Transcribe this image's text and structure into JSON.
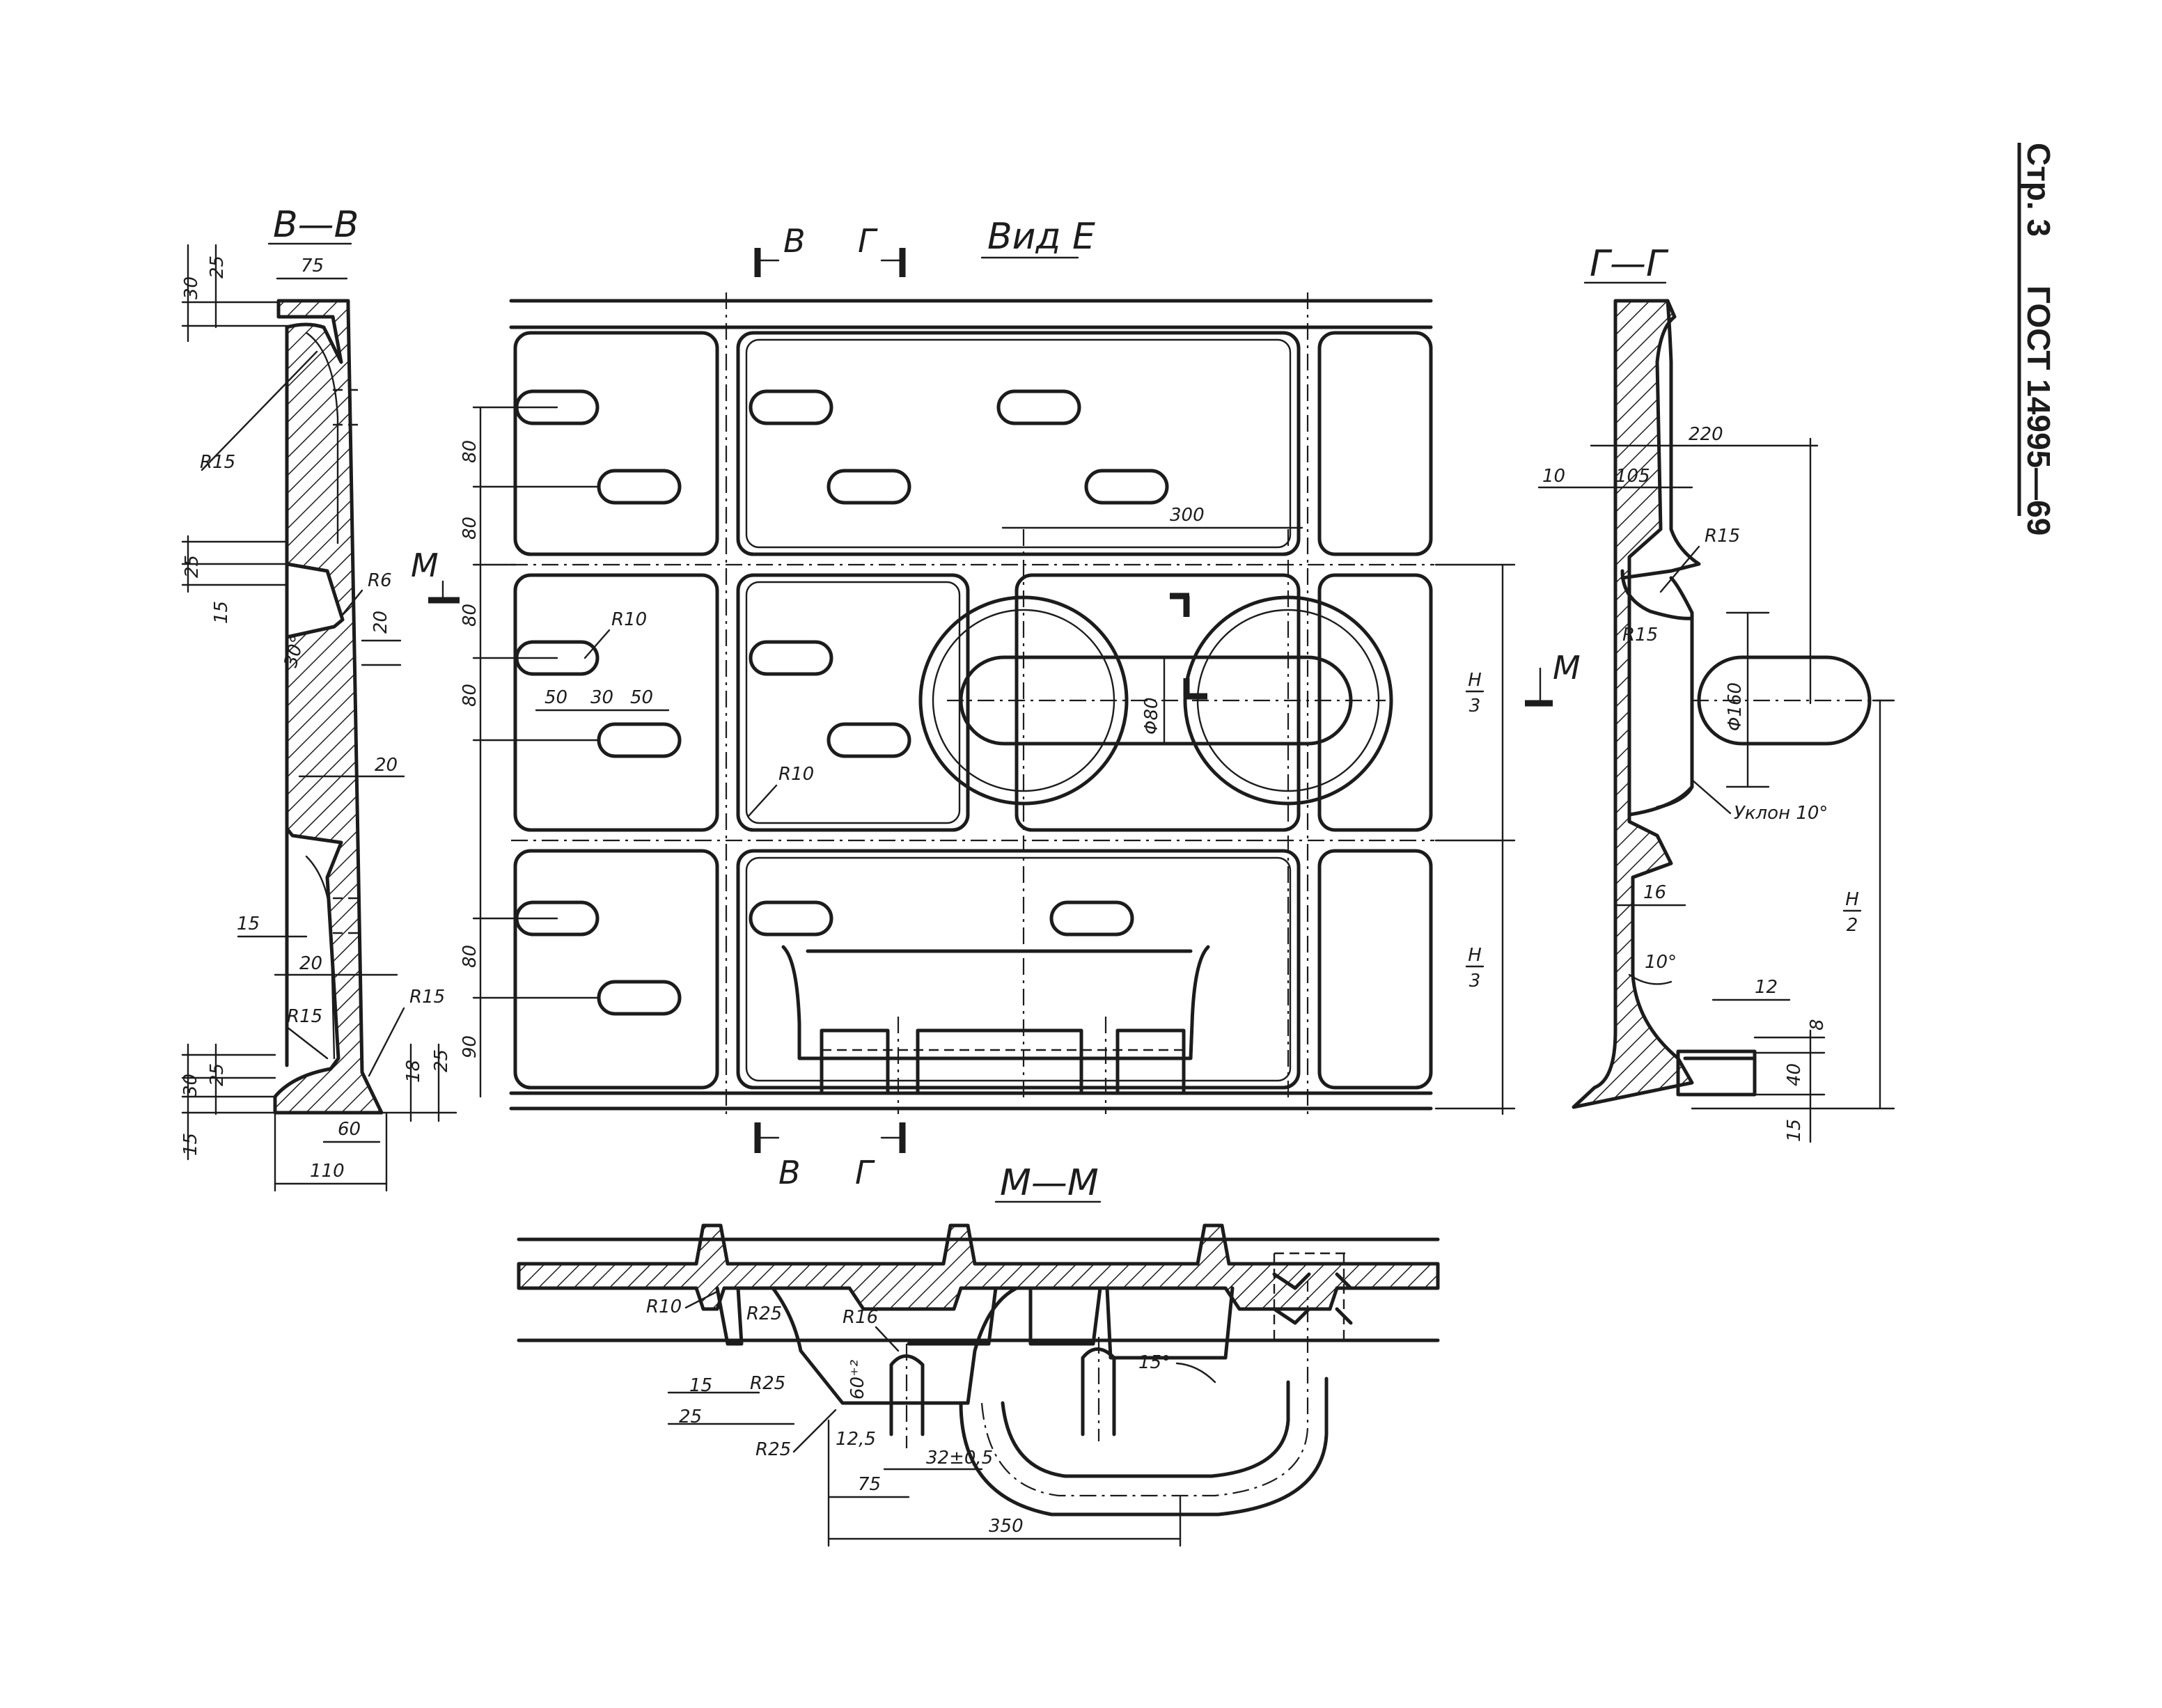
{
  "page": {
    "number_label": "Стр. 3",
    "standard_label": "ГОСТ 14995—69"
  },
  "views": {
    "section_bb": {
      "title": "В—В"
    },
    "section_gg": {
      "title": "Г—Г"
    },
    "section_mm": {
      "title": "М—М"
    },
    "view_e": {
      "title": "Вид Е"
    }
  },
  "section_markers": {
    "b": "В",
    "g": "Г",
    "m": "М"
  },
  "dimensions_bb": {
    "top_d1": "30",
    "top_d2": "25",
    "top_width": "75",
    "radius_top": "R15",
    "mid_d1": "25",
    "mid_d2": "15",
    "radius_r6": "R6",
    "angle": "30°",
    "rib_20": "20",
    "wall_20": "20",
    "rib_15": "15",
    "rib_20b": "20",
    "radius_bottom_left": "R15",
    "radius_bottom_right": "R15",
    "bottom_d25": "25",
    "bottom_d30": "30",
    "bottom_d18": "18",
    "bottom_d25b": "25",
    "bottom_d15": "15",
    "bottom_60": "60",
    "bottom_110": "110"
  },
  "dimensions_e": {
    "d80_a": "80",
    "d80_b": "80",
    "d80_c": "80",
    "d80_d": "80",
    "d80_e": "80",
    "d90": "90",
    "d300": "300",
    "r10_top": "R10",
    "r10_bottom": "R10",
    "d50_a": "50",
    "d30": "30",
    "d50_b": "50",
    "phi80": "Φ80",
    "h3_num_a": "H",
    "h3_den_a": "3",
    "h3_num_b": "H",
    "h3_den_b": "3"
  },
  "dimensions_gg": {
    "d10": "10",
    "d105": "105",
    "d220": "220",
    "r15_a": "R15",
    "r15_b": "R15",
    "phi160": "Φ160",
    "slope": "Уклон 10°",
    "d16": "16",
    "angle10": "10°",
    "d12": "12",
    "d8": "8",
    "d40": "40",
    "d15": "15",
    "h2_num": "H",
    "h2_den": "2"
  },
  "dimensions_mm": {
    "r10": "R10",
    "r25_a": "R25",
    "r16": "R16",
    "r25_b": "R25",
    "d60": "60⁺²",
    "angle15": "15°",
    "d15": "15",
    "d25": "25",
    "r25_c": "R25",
    "d12_5": "12,5",
    "d32": "32±0,5",
    "d75": "75",
    "d350": "350"
  }
}
